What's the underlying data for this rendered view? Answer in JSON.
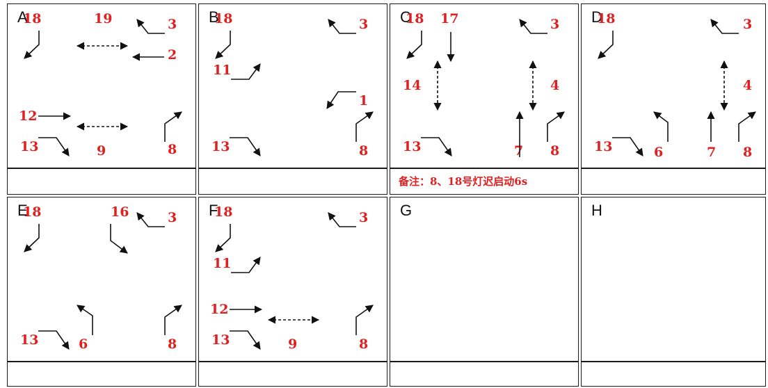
{
  "phases": [
    {
      "letter": "A",
      "labels": [
        "18",
        "19",
        "3",
        "2",
        "12",
        "13",
        "9",
        "8"
      ],
      "note": ""
    },
    {
      "letter": "B",
      "labels": [
        "18",
        "3",
        "11",
        "1",
        "13",
        "8"
      ],
      "note": ""
    },
    {
      "letter": "C",
      "labels": [
        "18",
        "17",
        "3",
        "14",
        "4",
        "13",
        "7",
        "8"
      ],
      "note": "备注：8、18号灯迟启动6s"
    },
    {
      "letter": "D",
      "labels": [
        "18",
        "3",
        "4",
        "13",
        "6",
        "7",
        "8"
      ],
      "note": ""
    },
    {
      "letter": "E",
      "labels": [
        "18",
        "16",
        "3",
        "13",
        "6",
        "8"
      ],
      "note": ""
    },
    {
      "letter": "F",
      "labels": [
        "18",
        "3",
        "11",
        "12",
        "13",
        "9",
        "8"
      ],
      "note": ""
    },
    {
      "letter": "G",
      "labels": [],
      "note": ""
    },
    {
      "letter": "H",
      "labels": [],
      "note": ""
    }
  ],
  "colors": {
    "label": "#e02020",
    "arrow": "#111111",
    "border": "#1a1a1a"
  }
}
